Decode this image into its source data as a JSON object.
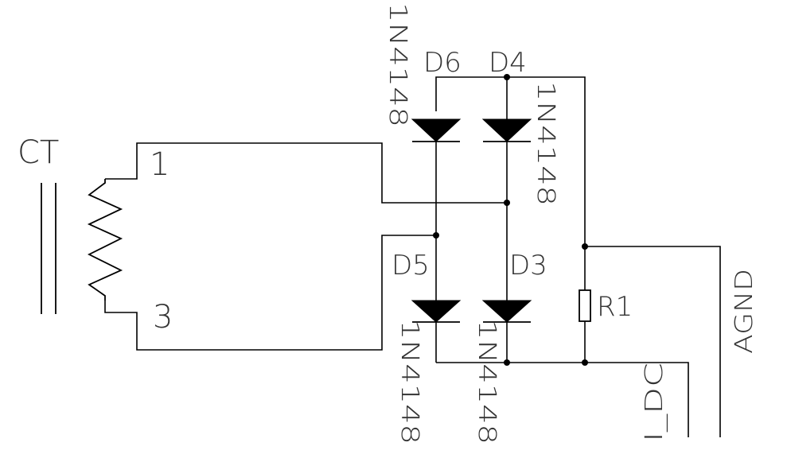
{
  "transformer": {
    "name": "CT",
    "pin_top": "1",
    "pin_bottom": "3"
  },
  "diodes": {
    "top_left": {
      "ref": "D6",
      "value": "1N4148"
    },
    "top_right": {
      "ref": "D4",
      "value": "1N4148"
    },
    "bottom_left": {
      "ref": "D5",
      "value": "1N4148"
    },
    "bottom_right": {
      "ref": "D3",
      "value": "1N4148"
    }
  },
  "resistor": {
    "ref": "R1"
  },
  "nets": {
    "ground": "AGND",
    "output": "I_DC"
  }
}
